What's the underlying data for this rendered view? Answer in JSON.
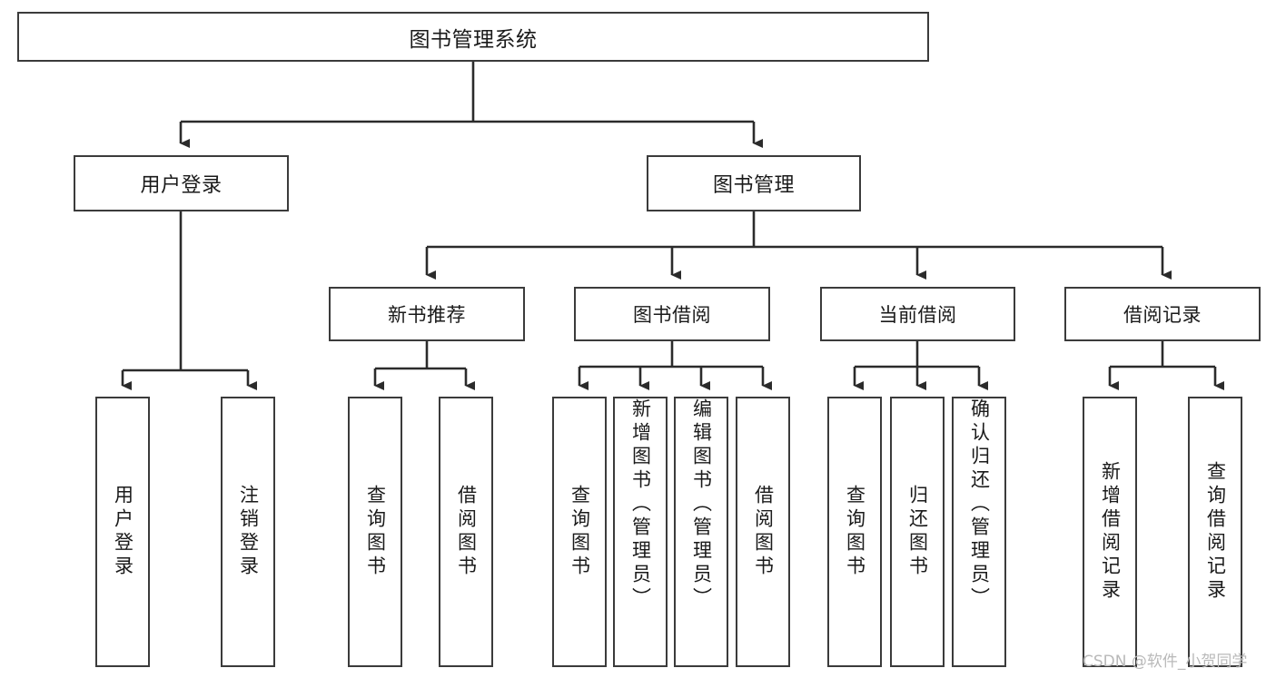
{
  "diagram": {
    "title": "图书管理系统",
    "type": "hierarchy-tree",
    "watermark": "CSDN @软件_小贺同学",
    "colors": {
      "box_border": "#3b3b3b",
      "box_fill": "#ffffff",
      "connector": "#2b2b2b",
      "text": "#1a1a1a",
      "watermark": "#b9b9b9",
      "background": "#ffffff"
    },
    "nodes": {
      "root": {
        "label": "图书管理系统",
        "level": 0
      },
      "l1": [
        {
          "id": "user-login",
          "label": "用户登录"
        },
        {
          "id": "book-management",
          "label": "图书管理"
        }
      ],
      "l2": [
        {
          "id": "new-book-recommend",
          "label": "新书推荐"
        },
        {
          "id": "book-borrow",
          "label": "图书借阅"
        },
        {
          "id": "current-borrow",
          "label": "当前借阅"
        },
        {
          "id": "borrow-record",
          "label": "借阅记录"
        }
      ],
      "leaves": {
        "user-login": [
          {
            "id": "leaf-user-login",
            "label": "用户登录"
          },
          {
            "id": "leaf-logout-login",
            "label": "注销登录"
          }
        ],
        "new-book-recommend": [
          {
            "id": "leaf-query-book-1",
            "label": "查询图书"
          },
          {
            "id": "leaf-borrow-book-1",
            "label": "借阅图书"
          }
        ],
        "book-borrow": [
          {
            "id": "leaf-query-book-2",
            "label": "查询图书"
          },
          {
            "id": "leaf-add-book",
            "label": "新增图书（管理员）"
          },
          {
            "id": "leaf-edit-book",
            "label": "编辑图书（管理员）"
          },
          {
            "id": "leaf-borrow-book-2",
            "label": "借阅图书"
          }
        ],
        "current-borrow": [
          {
            "id": "leaf-query-book-3",
            "label": "查询图书"
          },
          {
            "id": "leaf-return-book",
            "label": "归还图书"
          },
          {
            "id": "leaf-confirm-return",
            "label": "确认归还（管理员）"
          }
        ],
        "borrow-record": [
          {
            "id": "leaf-add-record",
            "label": "新增借阅记录"
          },
          {
            "id": "leaf-query-record",
            "label": "查询借阅记录"
          }
        ]
      }
    }
  }
}
